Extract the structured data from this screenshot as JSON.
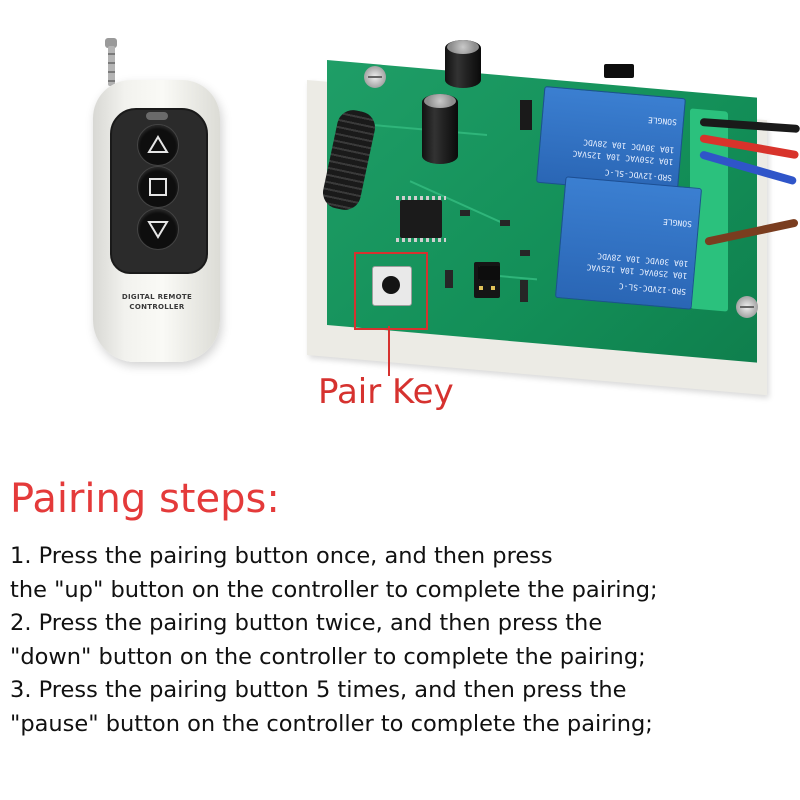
{
  "remote": {
    "brand_line1": "DIGITAL REMOTE",
    "brand_line2": "CONTROLLER",
    "buttons": [
      "up-arrow-icon",
      "stop-square-icon",
      "down-arrow-icon"
    ]
  },
  "board": {
    "relay_top_model": "SRD-12VDC-SL-C",
    "relay_top_specs": "10A 250VAC 10A 125VAC",
    "relay_top_specs2": "10A 30VDC 10A 28VDC",
    "relay_bottom_model": "SRD-12VDC-SL-C",
    "relay_bottom_specs": "10A 250VAC 10A 125VAC",
    "relay_bottom_specs2": "10A 30VDC 10A 28VDC",
    "relay_brand": "SONGLE"
  },
  "pair_key": {
    "label": "Pair Key",
    "color": "#d6322f"
  },
  "instructions": {
    "title": "Pairing steps:",
    "title_color": "#e43a3a",
    "lines": [
      "1. Press the pairing button once, and then press",
      "the \"up\" button on the controller to complete the pairing;",
      "2. Press the pairing button twice, and then press the",
      "\"down\" button on the controller to complete the pairing;",
      "3. Press the pairing button 5 times, and then press the",
      "\"pause\" button on the controller to complete the pairing;"
    ]
  }
}
